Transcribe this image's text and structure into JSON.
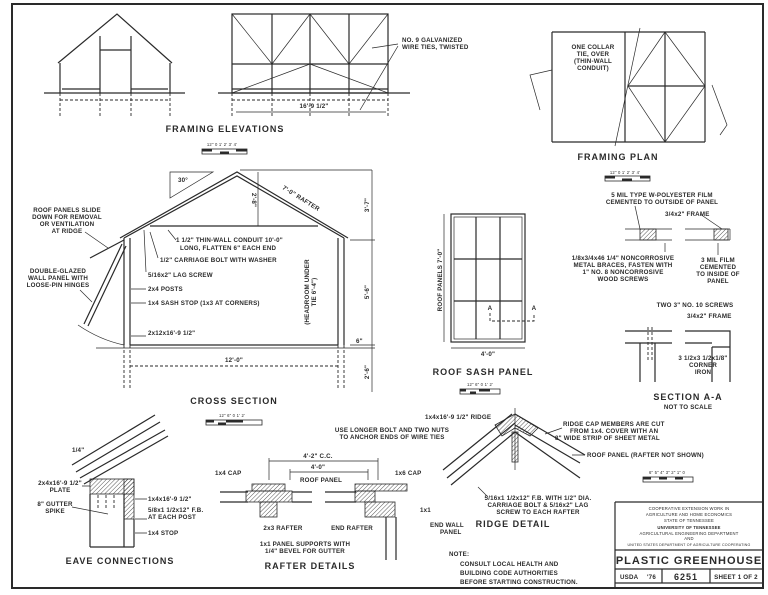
{
  "framing_elevations": {
    "title": "FRAMING ELEVATIONS",
    "length_dim": "16'-9 1/2\"",
    "wire_note": [
      "NO. 9 GALVANIZED",
      "WIRE TIES, TWISTED"
    ],
    "scale": "12\" 0 1' 2' 3' 4'"
  },
  "framing_plan": {
    "title": "FRAMING PLAN",
    "collar_note": [
      "ONE COLLAR",
      "TIE, OVER",
      "(THIN-WALL",
      "CONDUIT)"
    ],
    "scale": "12\" 0 1' 2' 3' 4'"
  },
  "cross_section": {
    "title": "CROSS SECTION",
    "angle": "30°",
    "rafter": "7'-0\" RAFTER",
    "rise": "2'-8\"",
    "roof_note": [
      "ROOF PANELS SLIDE",
      "DOWN FOR REMOVAL",
      "OR VENTILATION",
      "AT RIDGE"
    ],
    "wall_note": [
      "DOUBLE-GLAZED",
      "WALL PANEL WITH",
      "LOOSE-PIN HINGES"
    ],
    "conduit": [
      "1 1/2\" THIN-WALL CONDUIT 10'-0\"",
      "LONG, FLATTEN 6\" EACH END"
    ],
    "bolt": "1/2\" CARRIAGE BOLT WITH WASHER",
    "lag": "5/16x2\" LAG SCREW",
    "posts": "2x4 POSTS",
    "sash_stop": "1x4 SASH STOP (1x3 AT CORNERS)",
    "sill": "2x12x16'-9 1/2\"",
    "headroom": [
      "(HEADROOM UNDER",
      "TIE 6'-4\")"
    ],
    "dim_top": "3'-7\"",
    "dim_wall": "5'-6\"",
    "dim_below": "2'-6\"",
    "dim_six": "6\"",
    "width": "12'-0\"",
    "scale": "12\" 6\" 0 1' 2'"
  },
  "roof_sash_panel": {
    "title": "ROOF SASH PANEL",
    "height": "ROOF PANELS 7'-0\"",
    "width": "4'-0\"",
    "section_mark": "A",
    "scale": "12\" 6\" 0 1' 2'"
  },
  "panel_detail": {
    "outside_film": [
      "5 MIL TYPE W-POLYESTER FILM",
      "CEMENTED TO OUTSIDE OF PANEL"
    ],
    "frame": "3/4x2\" FRAME",
    "braces": [
      "1/8x3/4x46 1/4\" NONCORROSIVE",
      "METAL BRACES, FASTEN WITH",
      "1\" NO. 8 NONCORROSIVE",
      "WOOD SCREWS"
    ],
    "inside_film": [
      "3 MIL FILM",
      "CEMENTED",
      "TO INSIDE OF",
      "PANEL"
    ]
  },
  "section_aa": {
    "title": "SECTION A-A",
    "subtitle": "NOT TO SCALE",
    "screws": "TWO 3\" NO. 10 SCREWS",
    "frame": "3/4x2\" FRAME",
    "corner_iron": [
      "3 1/2x3 1/2x1/8\"",
      "CORNER",
      "IRON"
    ]
  },
  "eave_connections": {
    "title": "EAVE CONNECTIONS",
    "quarter": "1/4\"",
    "plate": [
      "2x4x16'-9 1/2\"",
      "PLATE"
    ],
    "spike": [
      "8\" GUTTER",
      "SPIKE"
    ],
    "board": "1x4x16'-9 1/2\"",
    "fb": [
      "5/8x1 1/2x12\" F.B.",
      "AT EACH POST"
    ],
    "stop": "1x4 STOP"
  },
  "rafter_details": {
    "title": "RAFTER DETAILS",
    "wire_note": [
      "USE LONGER BOLT AND TWO NUTS",
      "TO ANCHOR ENDS OF WIRE TIES"
    ],
    "cc": "4'-2\" C.C.",
    "panel_width": "4'-0\"",
    "cap1": "1x4 CAP",
    "roof_panel": "ROOF PANEL",
    "cap2": "1x6 CAP",
    "one_by_one": "1x1",
    "rafter": "2x3 RAFTER",
    "end_rafter": "END RAFTER",
    "end_wall": [
      "END WALL",
      "PANEL"
    ],
    "supports": [
      "1x1 PANEL SUPPORTS WITH",
      "1/4\" BEVEL FOR GUTTER"
    ],
    "scale": "12\" 6\" 0 1' 2'"
  },
  "ridge_detail": {
    "title": "RIDGE DETAIL",
    "ridge": "1x4x16'-9 1/2\" RIDGE",
    "cap_note": [
      "RIDGE CAP MEMBERS ARE CUT",
      "FROM 1x4. COVER WITH AN",
      "8\" WIDE STRIP OF SHEET METAL"
    ],
    "roof_panel": "ROOF PANEL (RAFTER NOT SHOWN)",
    "fb": [
      "5/16x1 1/2x12\" F.B. WITH 1/2\" DIA.",
      "CARRIAGE BOLT & 5/16x2\" LAG",
      "SCREW TO EACH RAFTER"
    ],
    "scale": "6\" 5\" 4\" 3\" 2\" 1\" 0"
  },
  "note": {
    "label": "NOTE:",
    "lines": [
      "CONSULT LOCAL HEALTH AND",
      "BUILDING CODE AUTHORITIES",
      "BEFORE STARTING CONSTRUCTION."
    ]
  },
  "title_block": {
    "lines": [
      "COOPERATIVE EXTENSION WORK IN",
      "AGRICULTURE AND HOME ECONOMICS",
      "STATE OF TENNESSEE",
      "UNIVERSITY OF TENNESSEE",
      "AGRICULTURAL ENGINEERING DEPARTMENT",
      "AND",
      "UNITED STATES DEPARTMENT OF AGRICULTURE COOPERATING"
    ],
    "drawing_title": "PLASTIC GREENHOUSE",
    "agency": "USDA",
    "year": "'76",
    "plan_number": "6251",
    "sheet": "SHEET 1 OF 2"
  }
}
